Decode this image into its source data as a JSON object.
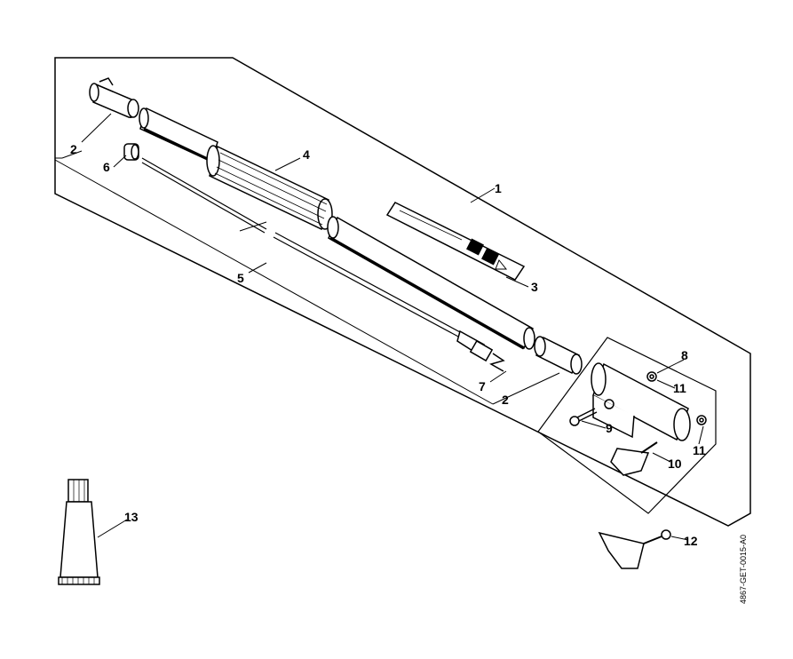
{
  "diagram": {
    "drawing_code": "4867-GET-0015-A0",
    "callouts": [
      {
        "id": "1",
        "label": "1"
      },
      {
        "id": "2a",
        "label": "2"
      },
      {
        "id": "2b",
        "label": "2"
      },
      {
        "id": "3",
        "label": "3"
      },
      {
        "id": "4",
        "label": "4"
      },
      {
        "id": "5",
        "label": "5"
      },
      {
        "id": "6",
        "label": "6"
      },
      {
        "id": "7",
        "label": "7"
      },
      {
        "id": "8",
        "label": "8"
      },
      {
        "id": "9",
        "label": "9"
      },
      {
        "id": "10",
        "label": "10"
      },
      {
        "id": "11a",
        "label": "11"
      },
      {
        "id": "11b",
        "label": "11"
      },
      {
        "id": "12",
        "label": "12"
      },
      {
        "id": "13",
        "label": "13"
      }
    ]
  }
}
